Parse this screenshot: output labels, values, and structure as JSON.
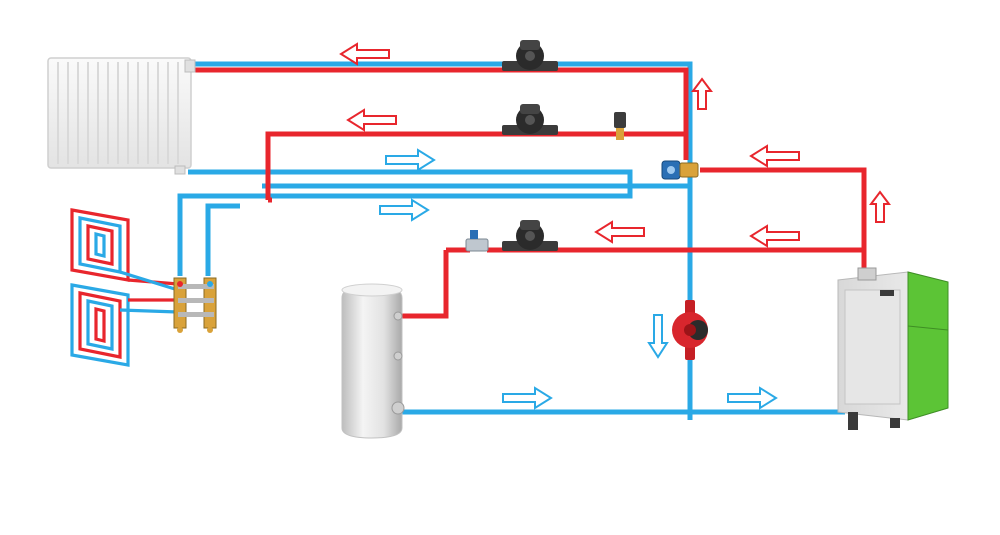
{
  "colors": {
    "hot": "#e8262d",
    "cold": "#2aa9e6",
    "pump_body": "#2b2b2b",
    "boiler_green": "#5cc436",
    "tank": "#e6e6e6"
  },
  "components": {
    "pumps": [
      {
        "id": "radiator-circuit-pump",
        "icon": "circulation-pump-icon"
      },
      {
        "id": "floor-heating-pump",
        "icon": "circulation-pump-icon"
      },
      {
        "id": "hot-water-tank-pump",
        "icon": "circulation-pump-icon"
      },
      {
        "id": "boiler-return-pump",
        "icon": "circulation-pump-red-icon"
      }
    ],
    "radiator": {
      "icon": "radiator-icon"
    },
    "underfloor_loops": {
      "icon": "underfloor-heating-coil-icon",
      "count": 2
    },
    "manifold": {
      "icon": "manifold-icon"
    },
    "hot_water_tank": {
      "icon": "water-heater-tank-icon"
    },
    "boiler": {
      "icon": "pellet-boiler-icon"
    },
    "mixing_valve": {
      "icon": "three-way-mixing-valve-icon"
    },
    "thermostatic_valve": {
      "icon": "thermostatic-valve-icon"
    },
    "check_valve": {
      "icon": "check-valve-icon"
    }
  },
  "flow_arrows": [
    {
      "id": "radiator-supply-arrow",
      "direction": "left",
      "medium": "hot"
    },
    {
      "id": "floor-supply-arrow",
      "direction": "left",
      "medium": "hot"
    },
    {
      "id": "return-arrow-upper",
      "direction": "right",
      "medium": "cold"
    },
    {
      "id": "return-arrow-lower",
      "direction": "right",
      "medium": "cold"
    },
    {
      "id": "tank-supply-arrow",
      "direction": "left",
      "medium": "hot"
    },
    {
      "id": "boiler-supply-arrow-1",
      "direction": "left",
      "medium": "hot"
    },
    {
      "id": "boiler-supply-arrow-2",
      "direction": "left",
      "medium": "hot"
    },
    {
      "id": "riser-arrow-center",
      "direction": "up",
      "medium": "hot"
    },
    {
      "id": "riser-arrow-boiler",
      "direction": "up",
      "medium": "hot"
    },
    {
      "id": "downflow-arrow",
      "direction": "down",
      "medium": "cold"
    },
    {
      "id": "tank-return-arrow",
      "direction": "right",
      "medium": "cold"
    },
    {
      "id": "boiler-return-arrow",
      "direction": "right",
      "medium": "cold"
    }
  ]
}
